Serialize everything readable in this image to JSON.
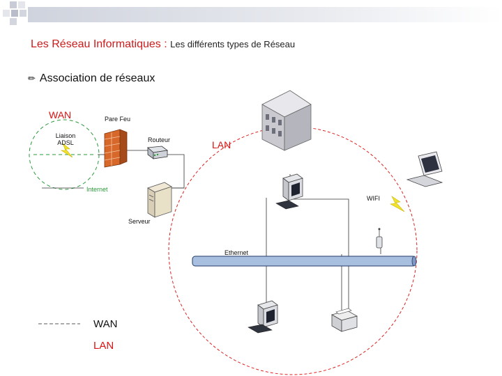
{
  "slide": {
    "title_main": "Les Réseau Informatiques",
    "title_sep": " : ",
    "title_sub": "Les différents types de Réseau",
    "section_icon": "pencil-icon",
    "section_label": "Association de réseaux"
  },
  "diagram": {
    "wan_label": "WAN",
    "lan_label": "LAN",
    "adsl_label_1": "Liaison",
    "adsl_label_2": "ADSL",
    "firewall_label": "Pare Feu",
    "router_label": "Routeur",
    "internet_label": "Internet",
    "server_label": "Serveur",
    "wifi_label": "WIFI",
    "ethernet_label": "Ethernet"
  },
  "legend": {
    "wan_label": "WAN",
    "lan_label": "LAN"
  },
  "colors": {
    "title_red": "#cc1b1b",
    "wan_green": "#2a9a3a",
    "lan_red": "#dd2222",
    "bus_blue": "#a9bfe0"
  }
}
